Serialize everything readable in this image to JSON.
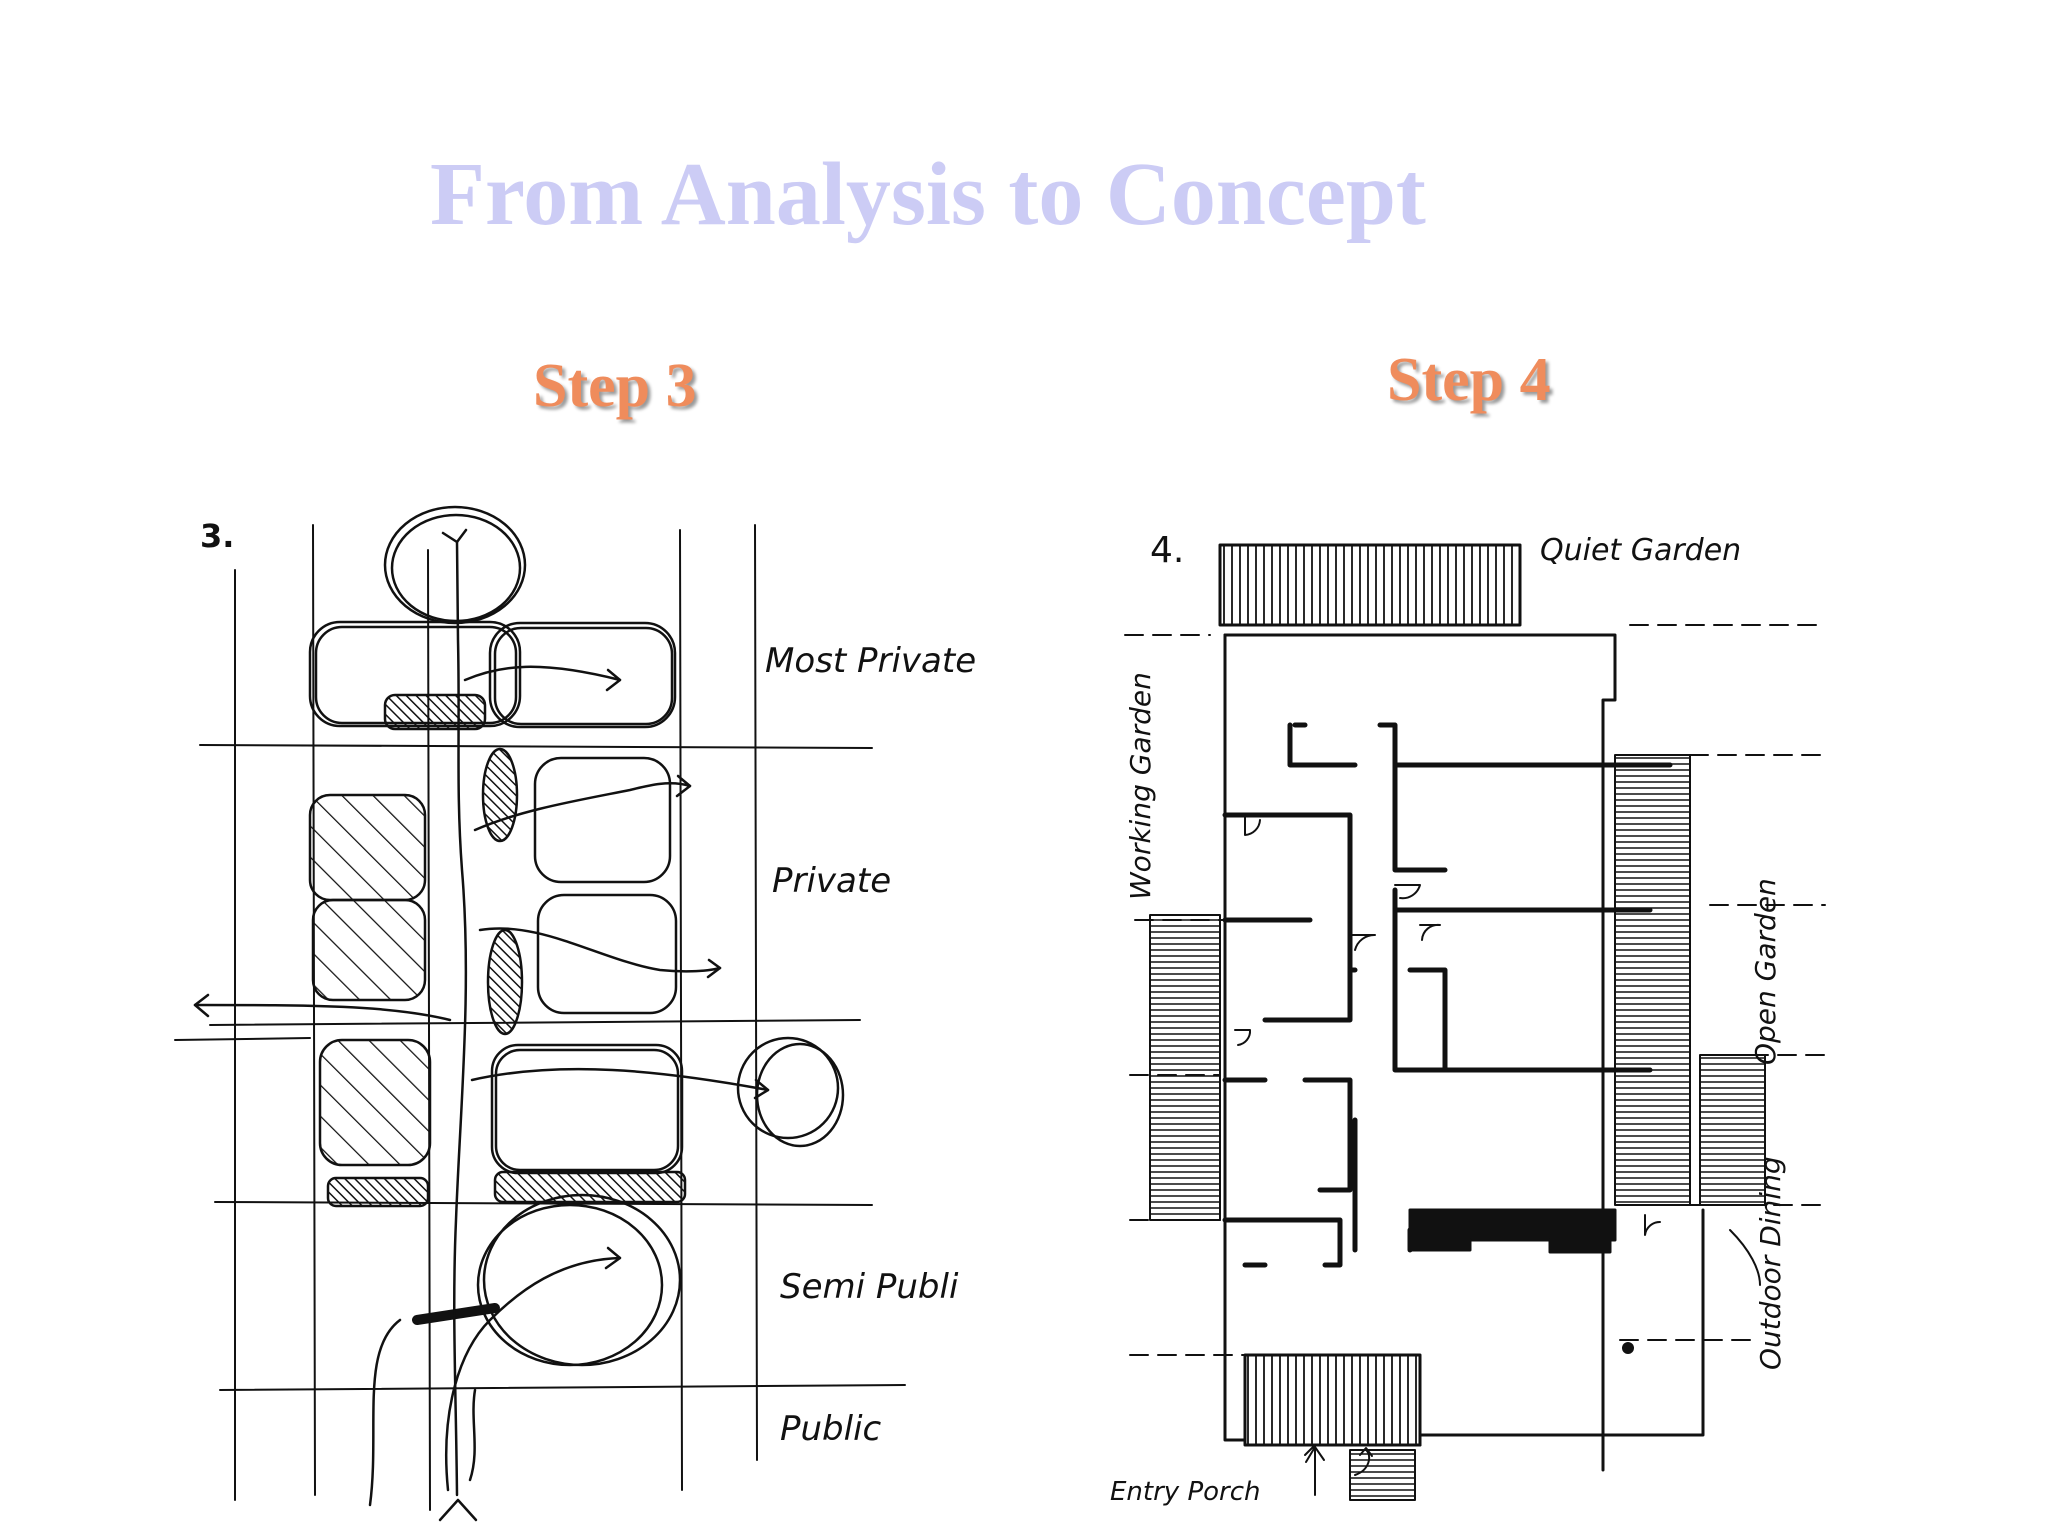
{
  "slide": {
    "title": "From Analysis to Concept",
    "title_color": "#ccccf5",
    "step_color": "#ef8c5c"
  },
  "panels": [
    {
      "heading": "Step 3",
      "sketch_number": "3.",
      "zone_labels": [
        "Most Private",
        "Private",
        "Semi Publi",
        "Public"
      ]
    },
    {
      "heading": "Step 4",
      "sketch_number": "4.",
      "labels": {
        "quiet": "Quiet Garden",
        "working": "Working Garden",
        "open": "Open Garden",
        "dining": "Outdoor Dining",
        "porch": "Entry Porch"
      }
    }
  ]
}
